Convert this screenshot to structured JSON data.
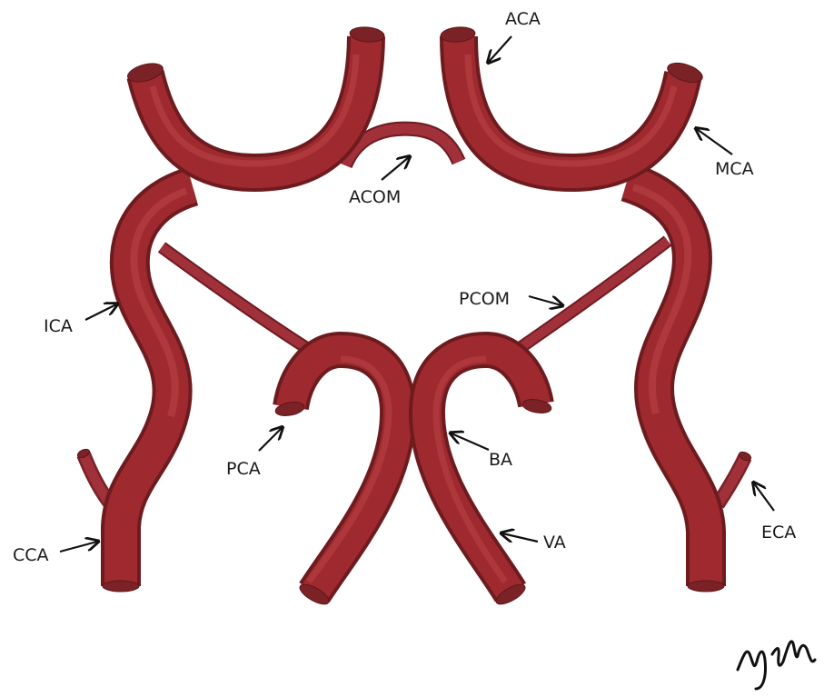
{
  "diagram": {
    "labels": {
      "aca": "ACA",
      "mca": "MCA",
      "acom": "ACOM",
      "ica": "ICA",
      "pcom": "PCOM",
      "pca": "PCA",
      "ba": "BA",
      "va": "VA",
      "cca": "CCA",
      "eca": "ECA"
    },
    "colors": {
      "vessel": "#9e2a2f",
      "vessel_dark": "#6e1b1f",
      "vessel_highlight": "#c24a4e",
      "end_cap": "#7a2226",
      "label_text": "#1a1a1a",
      "arrow": "#111111",
      "background": "#ffffff"
    },
    "signature": "handwritten signature (bottom-right)"
  }
}
